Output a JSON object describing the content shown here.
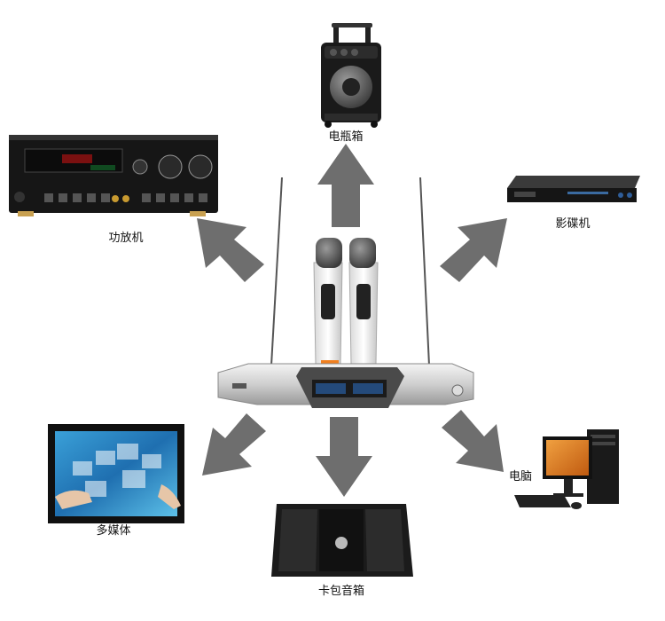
{
  "diagram": {
    "center_device": "wireless-microphone-receiver",
    "arrow_color": "#6e6e6e",
    "devices": [
      {
        "id": "trolley-speaker",
        "label": "电瓶箱"
      },
      {
        "id": "amplifier",
        "label": "功放机"
      },
      {
        "id": "dvd-player",
        "label": "影碟机"
      },
      {
        "id": "touch-screen",
        "label": "多媒体"
      },
      {
        "id": "ktv-speaker",
        "label": "卡包音箱"
      },
      {
        "id": "computer",
        "label": "电脑"
      }
    ]
  }
}
